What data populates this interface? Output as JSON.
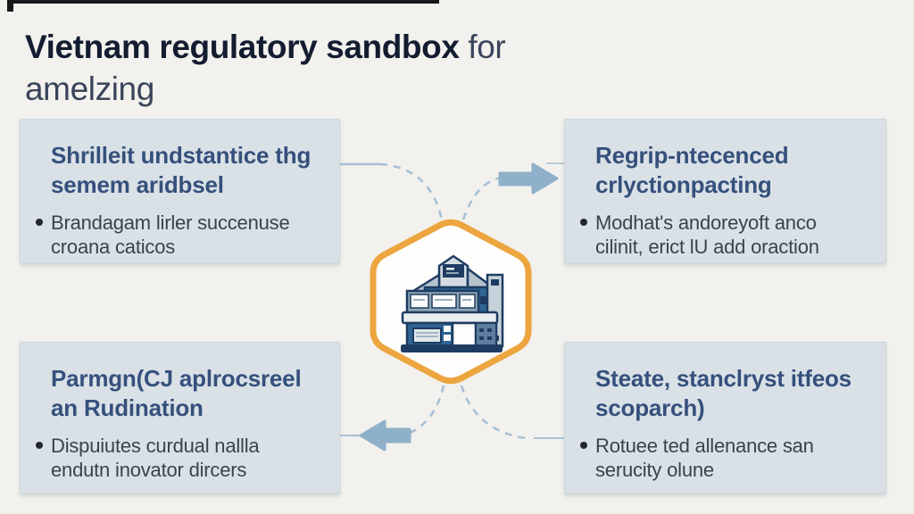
{
  "title": {
    "bold": "Vietnam regulatory sandbox",
    "light_suffix": " for",
    "line2": "amelzing"
  },
  "boxes": {
    "top_left": {
      "heading": "Shrilleit undstantice thg\nsemem aridbsel",
      "bullet": "Brandagam lirler succenuse\ncroana caticos"
    },
    "top_right": {
      "heading": "Regrip-ntecenced\ncrlyctionpacting",
      "bullet": "Modhat's andoreyoft anco\ncilinit, erict lU add oraction"
    },
    "bottom_left": {
      "heading": "Parmgn(CJ aplrocsreel\nan Rudination",
      "bullet": "Dispuiutes curdual nallla\nendutn inovator dircers"
    },
    "bottom_right": {
      "heading": "Steate, stanclryst itfeos\nscoparch)",
      "bullet": "Rotuee ted allenance san\nserucity olune"
    }
  },
  "center": {
    "icon": "building-icon"
  },
  "colors": {
    "background": "#F2F1ED",
    "card_fill": "#D9E1E7",
    "heading_blue": "#35507C",
    "body_text": "#3B4249",
    "title_dark": "#131C30",
    "hexagon_orange": "#ECA53F",
    "connector_blue": "#A7C0D6",
    "arrow_blue": "#8FB0C9",
    "building_navy": "#1E3C62"
  }
}
